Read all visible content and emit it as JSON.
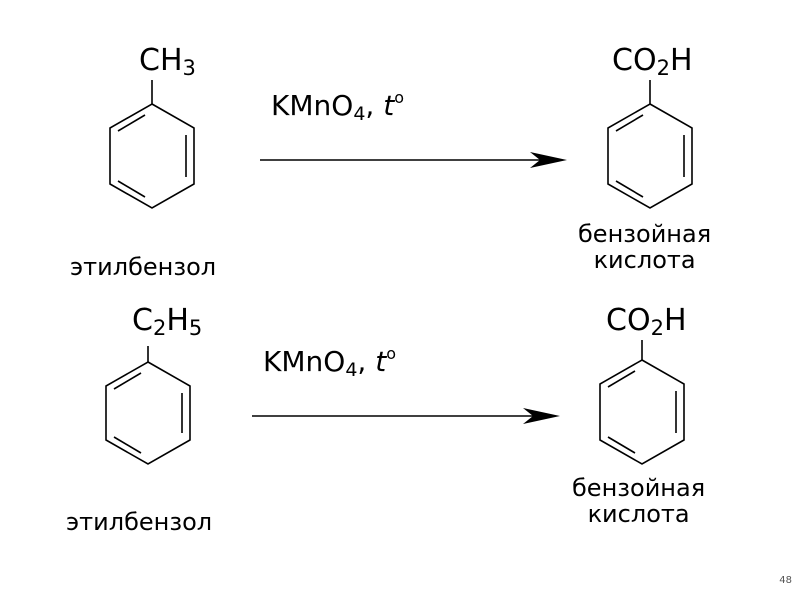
{
  "reactions": [
    {
      "reactant": {
        "formula_main": "CH",
        "formula_sub": "3",
        "formula_tail": "",
        "name": "этилбензол"
      },
      "reagent": {
        "main": "KMnO",
        "sub": "4",
        "sep": ",",
        "temp": "t",
        "temp_sup": "o"
      },
      "product": {
        "formula_main": "CO",
        "formula_sub": "2",
        "formula_tail": "H",
        "name_line1": "бензойная",
        "name_line2": "кислота"
      }
    },
    {
      "reactant": {
        "formula_main": "C",
        "formula_sub": "2",
        "formula_tail": "H",
        "formula_sub2": "5",
        "name": "этилбензол"
      },
      "reagent": {
        "main": "KMnO",
        "sub": "4",
        "sep": ",",
        "temp": "t",
        "temp_sup": "o"
      },
      "product": {
        "formula_main": "CO",
        "formula_sub": "2",
        "formula_tail": "H",
        "name_line1": "бензойная",
        "name_line2": "кислота"
      }
    }
  ],
  "page_number": "48"
}
